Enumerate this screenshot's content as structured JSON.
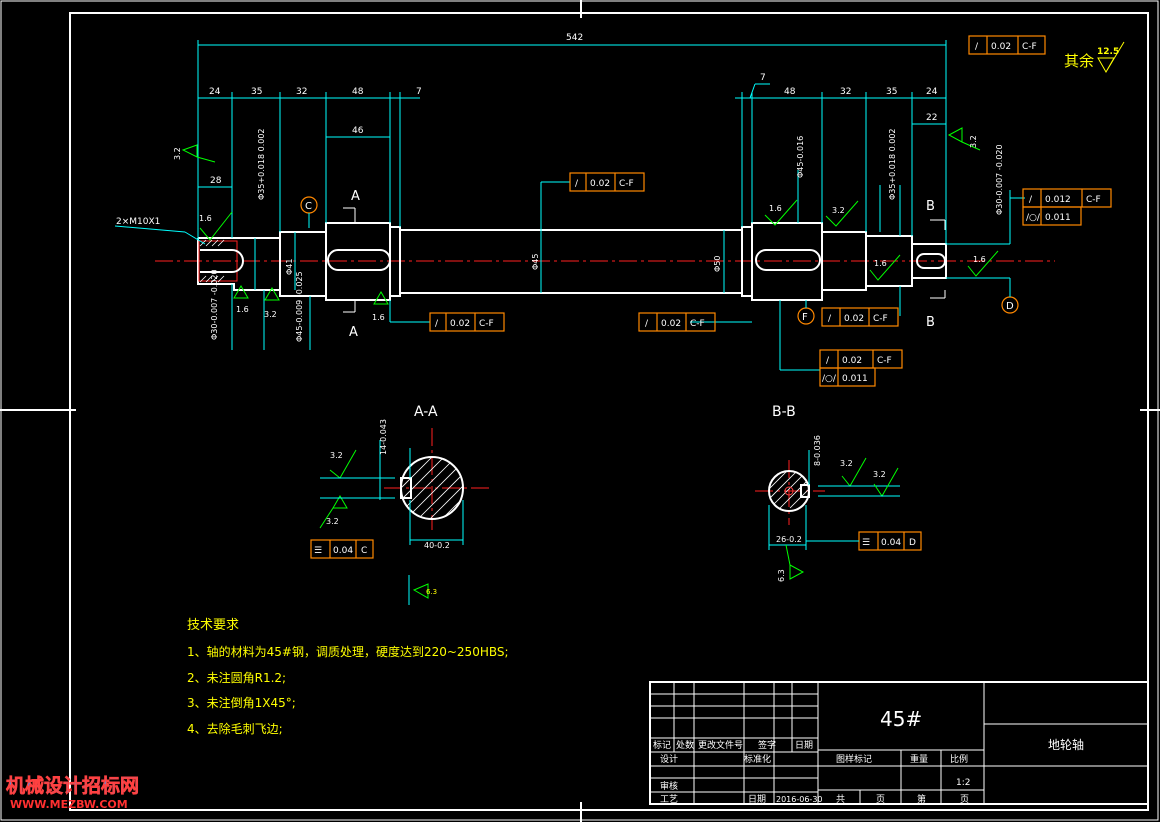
{
  "drawing": {
    "part_name": "地轮轴",
    "material": "45#",
    "scale": "1:2",
    "date": "2016-06-30",
    "roughness_other_label": "其余",
    "roughness_other_value": "12.5"
  },
  "dimensions": {
    "overall": "542",
    "d24a": "24",
    "d35a": "35",
    "d32a": "32",
    "d48a": "48",
    "d7a": "7",
    "d46": "46",
    "d28": "28",
    "d7b": "7",
    "d48b": "48",
    "d32b": "32",
    "d35b": "35",
    "d24b": "24",
    "d22": "22",
    "thread": "2×M10X1",
    "dia41": "Φ41",
    "dia45": "Φ45",
    "dia50": "Φ50",
    "dia35_left": "Φ35+0.018 0.002",
    "dia30_left": "Φ30-0.007 -0.020",
    "dia45_left": "Φ45-0.009 -0.025",
    "dia45_right": "Φ45-0.016",
    "dia35_right": "Φ35+0.018 0.002",
    "dia30_right": "Φ30-0.007 -0.020"
  },
  "roughness": {
    "r32": "3.2",
    "r16": "1.6",
    "r63": "6.3"
  },
  "datums": {
    "c": "C",
    "d": "D",
    "f": "F"
  },
  "sections": {
    "aa_label": "A-A",
    "bb_label": "B-B",
    "cut_a": "A",
    "cut_b": "B",
    "aa_width": "14-0.043",
    "aa_depth": "40-0.2",
    "bb_width": "8-0.036",
    "bb_depth": "26-0.2"
  },
  "tolerances": {
    "runout_sym": "/",
    "value_002": "0.02",
    "value_0012": "0.012",
    "value_0011": "0.011",
    "value_004": "0.04",
    "datum_cf": "C-F",
    "datum_c": "C",
    "datum_d": "D"
  },
  "requirements": {
    "title": "技术要求",
    "items": [
      "1、轴的材料为45#钢，调质处理，硬度达到220~250HBS;",
      "2、未注圆角R1.2;",
      "3、未注倒角1X45°;",
      "4、去除毛刺飞边;"
    ]
  },
  "title_block": {
    "h_mark": "标记",
    "h_count": "处数",
    "h_doc": "更改文件号",
    "h_sign": "签字",
    "h_date": "日期",
    "design": "设计",
    "standard": "标准化",
    "review": "审核",
    "craft": "工艺",
    "date_label": "日期",
    "stage_mark": "图样标记",
    "weight": "重量",
    "scale_label": "比例",
    "total": "共",
    "sheets": "页",
    "no": "第",
    "page": "页"
  },
  "watermark": {
    "line1": "机械设计招标网",
    "line2": "WWW.MEZBW.COM"
  }
}
